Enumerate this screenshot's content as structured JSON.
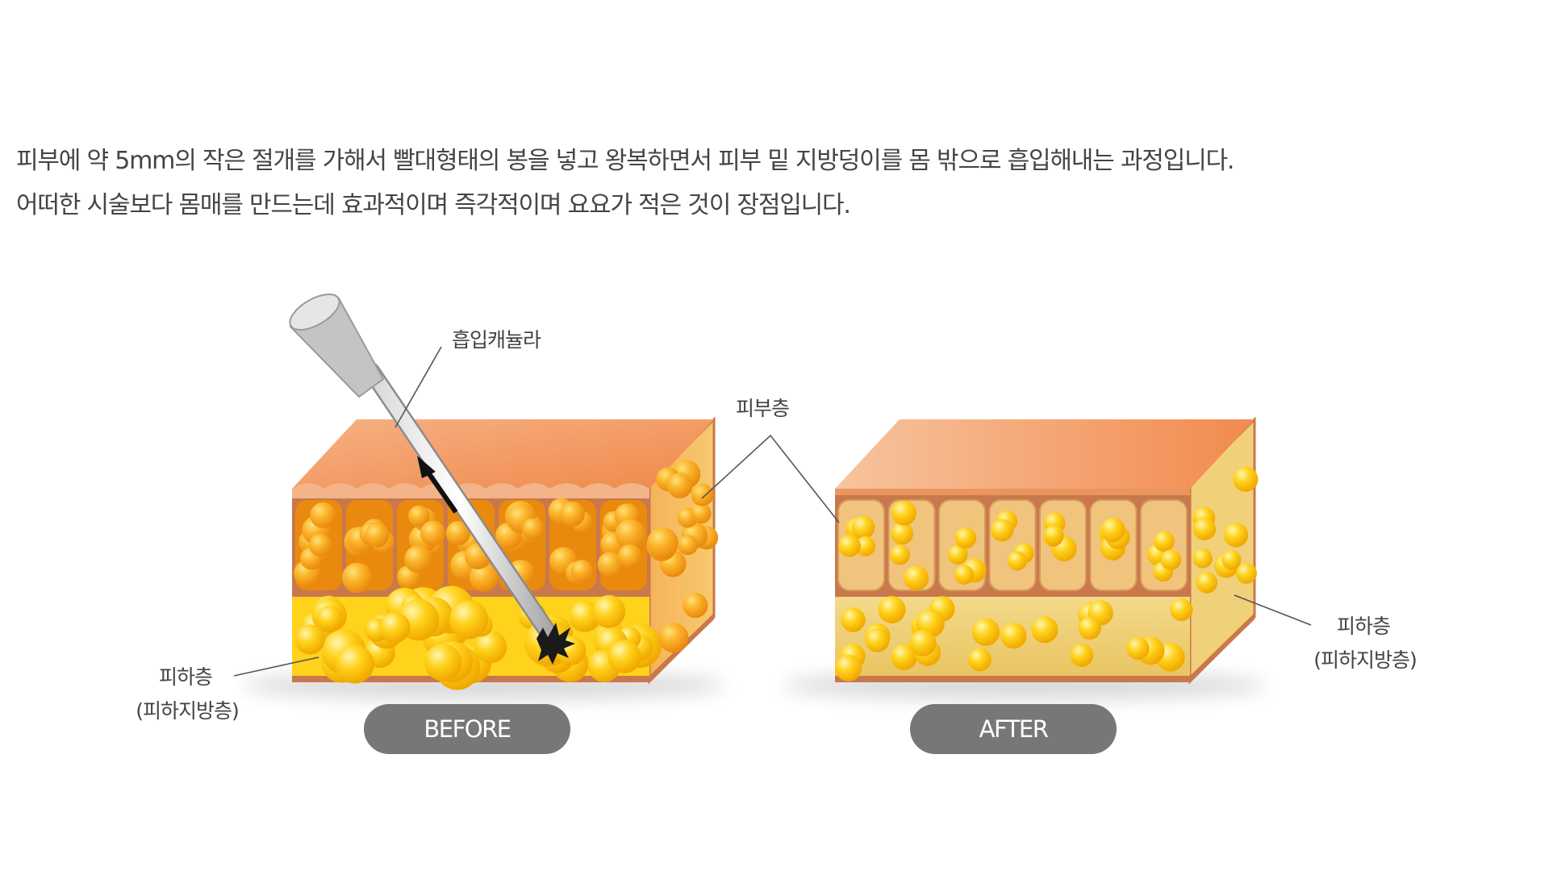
{
  "description": {
    "line1": "피부에 약 5mm의 작은 절개를 가해서 빨대형태의 봉을 넣고 왕복하면서 피부 밑 지방덩이를 몸 밖으로 흡입해내는 과정입니다.",
    "line2": "어떠한 시술보다 몸매를 만드는데 효과적이며 즉각적이며 요요가 적은 것이 장점입니다."
  },
  "labels": {
    "cannula": "흡입캐뉼라",
    "skin_layer": "피부층",
    "subq_left_line1": "피하층",
    "subq_left_line2": "(피하지방층)",
    "subq_right_line1": "피하층",
    "subq_right_line2": "(피하지방층)"
  },
  "buttons": {
    "before": "BEFORE",
    "after": "AFTER"
  },
  "colors": {
    "skin_top": "#f6a66b",
    "skin_edge": "#c9784b",
    "fat_orange": "#f7a21a",
    "fat_yellow": "#ffd200",
    "pill_bg": "#777777"
  }
}
